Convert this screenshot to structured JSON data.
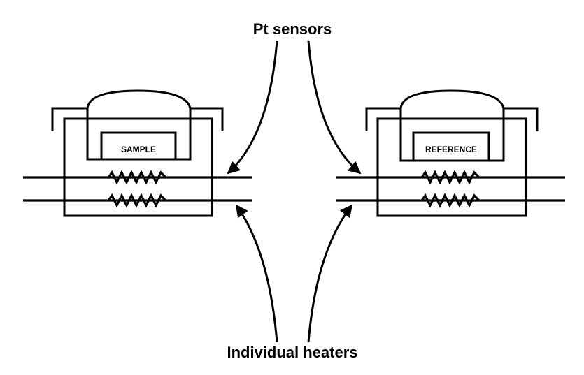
{
  "diagram": {
    "labels": {
      "sensors": "Pt sensors",
      "heaters": "Individual heaters"
    },
    "sample_cell": {
      "label": "SAMPLE"
    },
    "reference_cell": {
      "label": "REFERENCE"
    }
  }
}
